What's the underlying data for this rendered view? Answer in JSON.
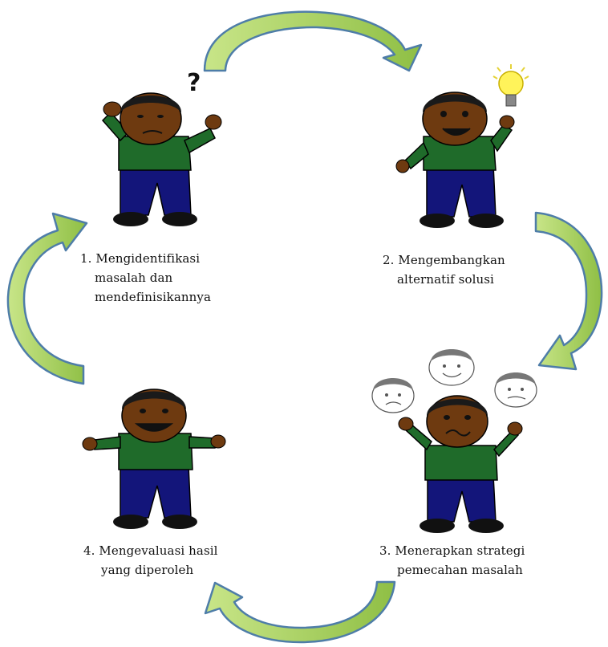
{
  "steps": [
    {
      "number": "1.",
      "lines": [
        "Mengidentifikasi",
        "masalah dan",
        "mendefinisikannya"
      ]
    },
    {
      "number": "2.",
      "lines": [
        "Mengembangkan",
        "alternatif solusi"
      ]
    },
    {
      "number": "3.",
      "lines": [
        "Menerapkan strategi",
        "pemecahan masalah"
      ]
    },
    {
      "number": "4.",
      "lines": [
        "Mengevaluasi hasil",
        "yang diperoleh"
      ]
    }
  ],
  "question_mark": "?",
  "colors": {
    "arrow_light": "#b6d96e",
    "arrow_dark": "#4e7da8",
    "skin": "#6e3a10",
    "shirt": "#1f6b2a",
    "pants": "#13157a",
    "hair": "#1a1a1a",
    "bulb": "#fff35a"
  },
  "icons": [
    "question-mark-icon",
    "lightbulb-icon",
    "happy-face-icon",
    "neutral-face-icon",
    "sad-face-icon"
  ]
}
